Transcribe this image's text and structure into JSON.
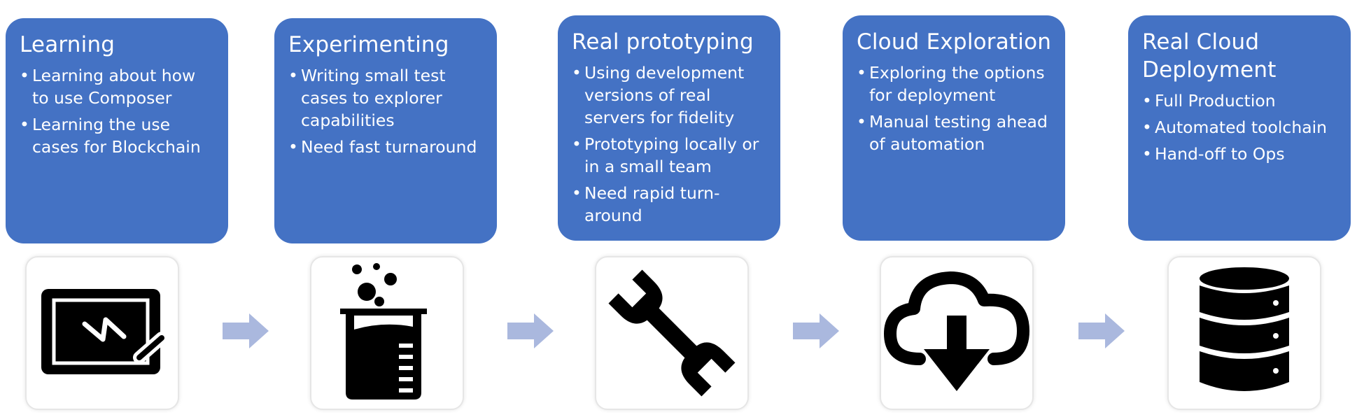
{
  "stages": [
    {
      "title": "Learning",
      "bullets": [
        "Learning about how to use Composer",
        "Learning the use cases for Blockchain"
      ],
      "icon": "whiteboard-icon"
    },
    {
      "title": "Experimenting",
      "bullets": [
        "Writing small test cases to explorer capabilities",
        "Need fast turnaround"
      ],
      "icon": "beaker-icon"
    },
    {
      "title": "Real prototyping",
      "bullets": [
        "Using development versions of real servers for fidelity",
        "Prototyping locally or in a small team",
        "Need rapid turn-around"
      ],
      "icon": "wrench-icon"
    },
    {
      "title": "Cloud Exploration",
      "bullets": [
        "Exploring the options for deployment",
        "Manual testing ahead of automation"
      ],
      "icon": "cloud-download-icon"
    },
    {
      "title": "Real Cloud Deployment",
      "bullets": [
        "Full Production",
        "Automated toolchain",
        "Hand-off to Ops"
      ],
      "icon": "database-icon"
    }
  ],
  "colors": {
    "box": "#4472c4",
    "arrow": "#aab8de",
    "icon": "#000000"
  }
}
